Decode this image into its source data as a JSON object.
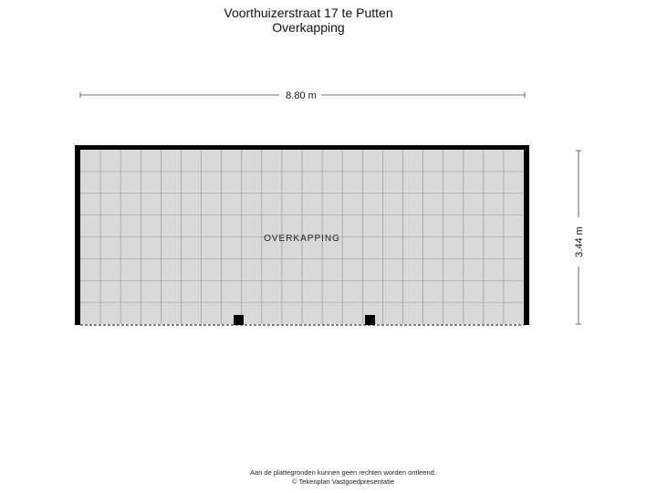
{
  "header": {
    "address": "Voorthuizerstraat 17 te Putten",
    "floor": "Overkapping"
  },
  "plan": {
    "room_label": "OVERKAPPING",
    "width_label": "8.80 m",
    "height_label": "3.44 m",
    "colors": {
      "wall": "#000000",
      "floor": "#d9d9d9",
      "grid": "#8f8f8f",
      "dimension": "#444444"
    }
  },
  "footer": {
    "disclaimer": "Aan de plattegronden kunnen geen rechten worden ontleend.",
    "copyright": "© Tekenplan Vastgoedpresentatie"
  }
}
